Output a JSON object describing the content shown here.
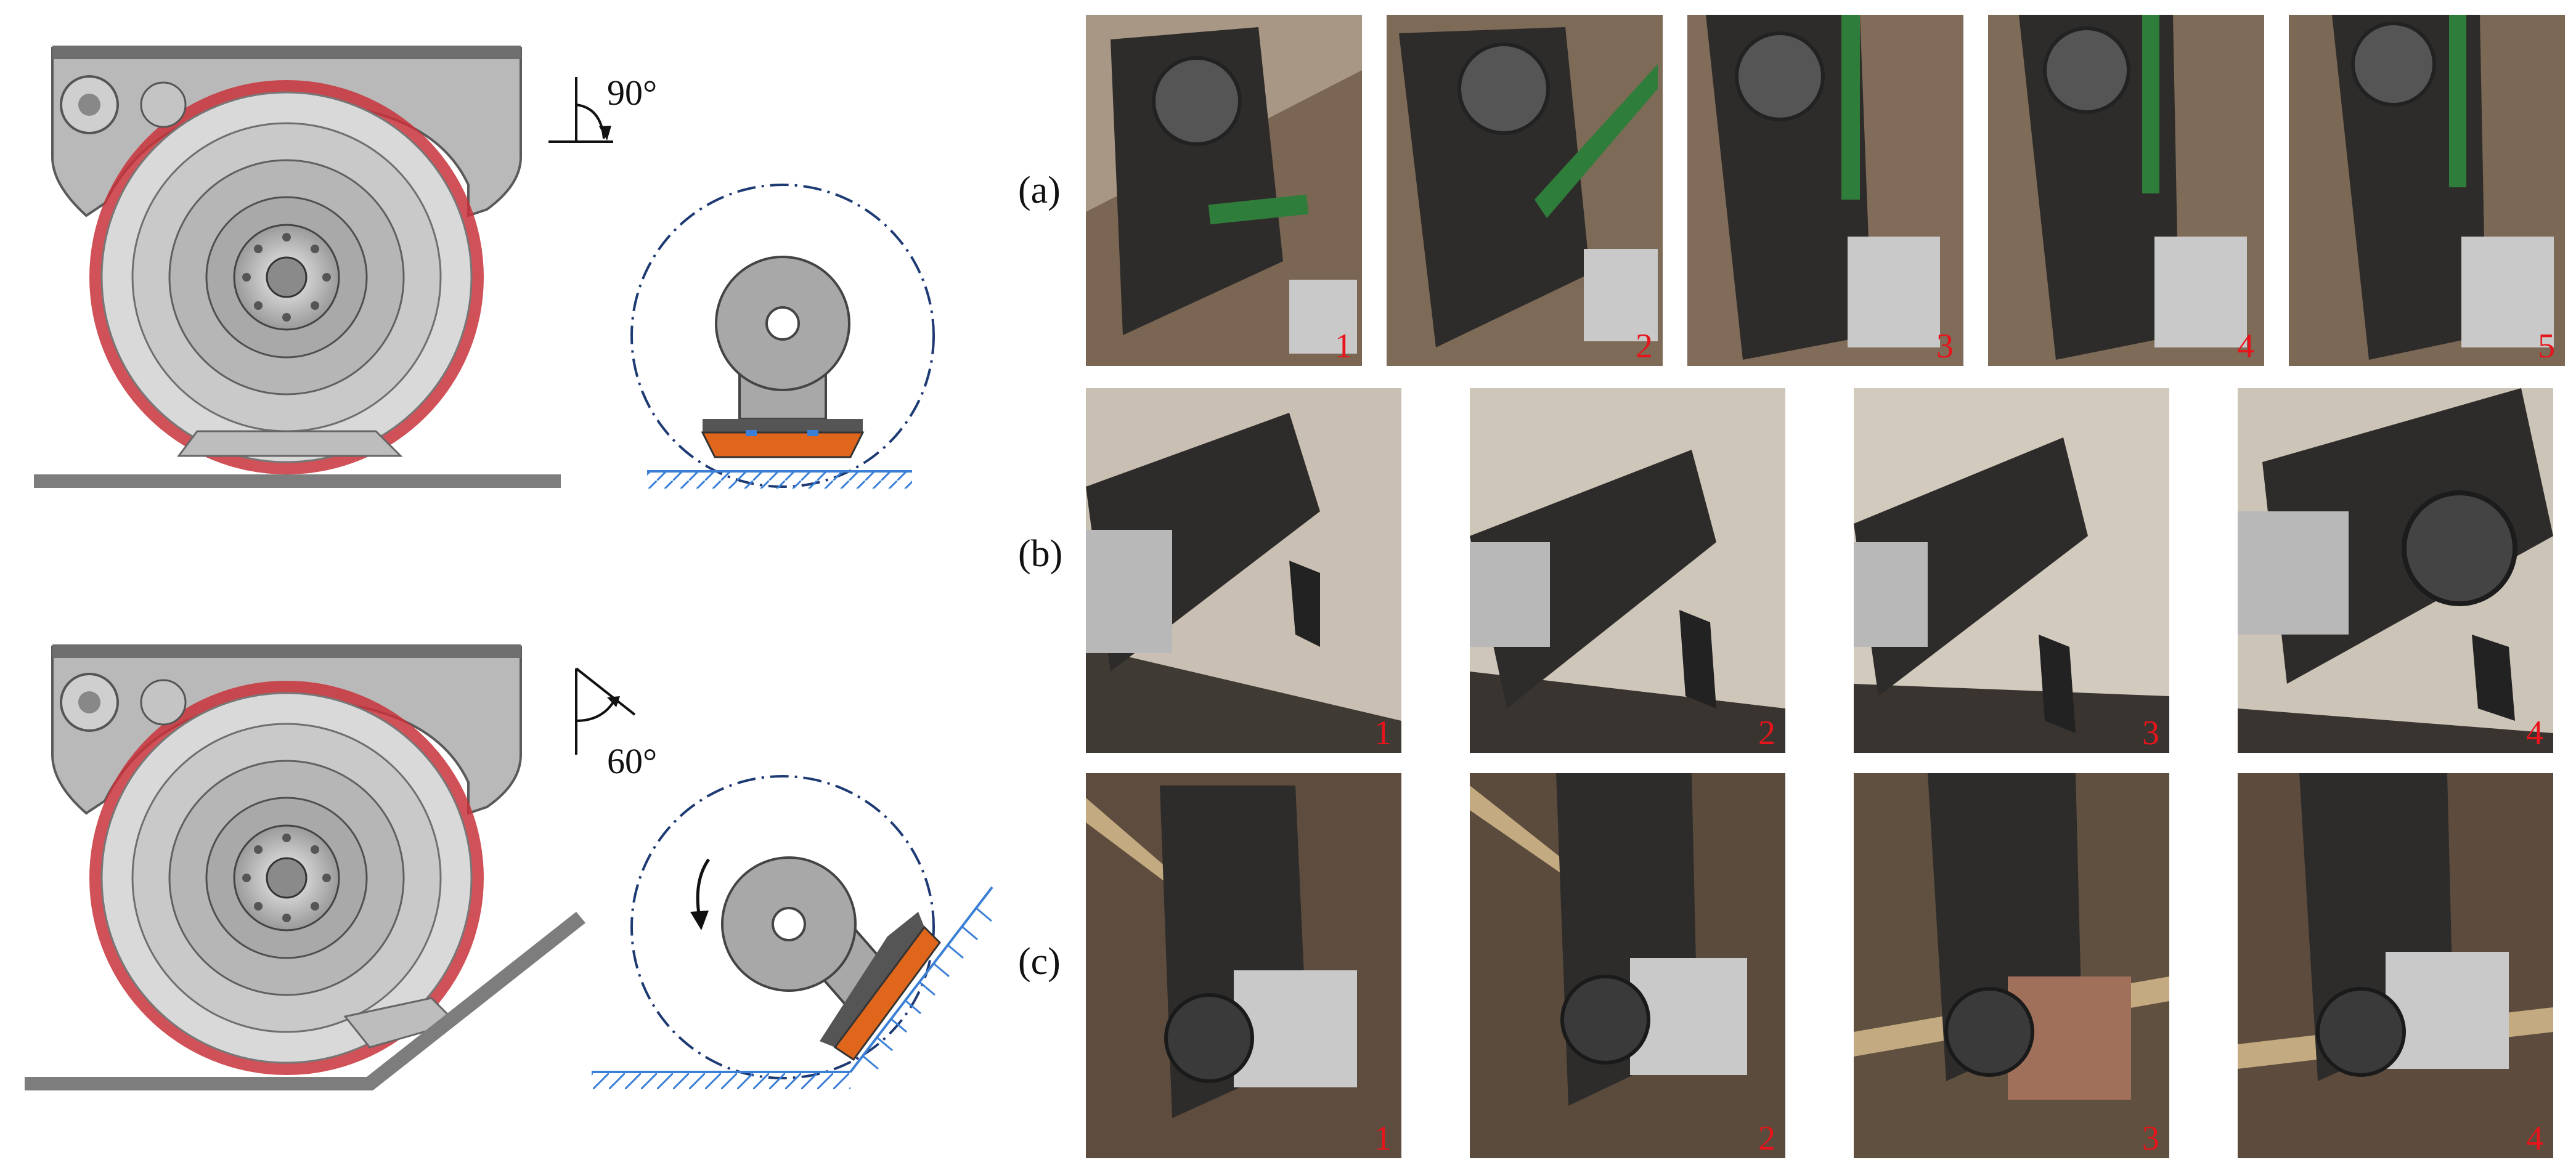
{
  "left_panel": {
    "top_angle": "90°",
    "bottom_angle": "60°"
  },
  "rows": [
    {
      "label": "(a)",
      "frames": [
        "1",
        "2",
        "3",
        "4",
        "5"
      ]
    },
    {
      "label": "(b)",
      "frames": [
        "1",
        "2",
        "3",
        "4"
      ]
    },
    {
      "label": "(c)",
      "frames": [
        "1",
        "2",
        "3",
        "4"
      ]
    }
  ],
  "colors": {
    "wheel_track_red": "#c8323a",
    "foot_orange": "#e0661c",
    "ground_blue": "#3b7fd6",
    "frame_number_red": "#e8141b",
    "ground_gray": "#7d7d7d"
  }
}
